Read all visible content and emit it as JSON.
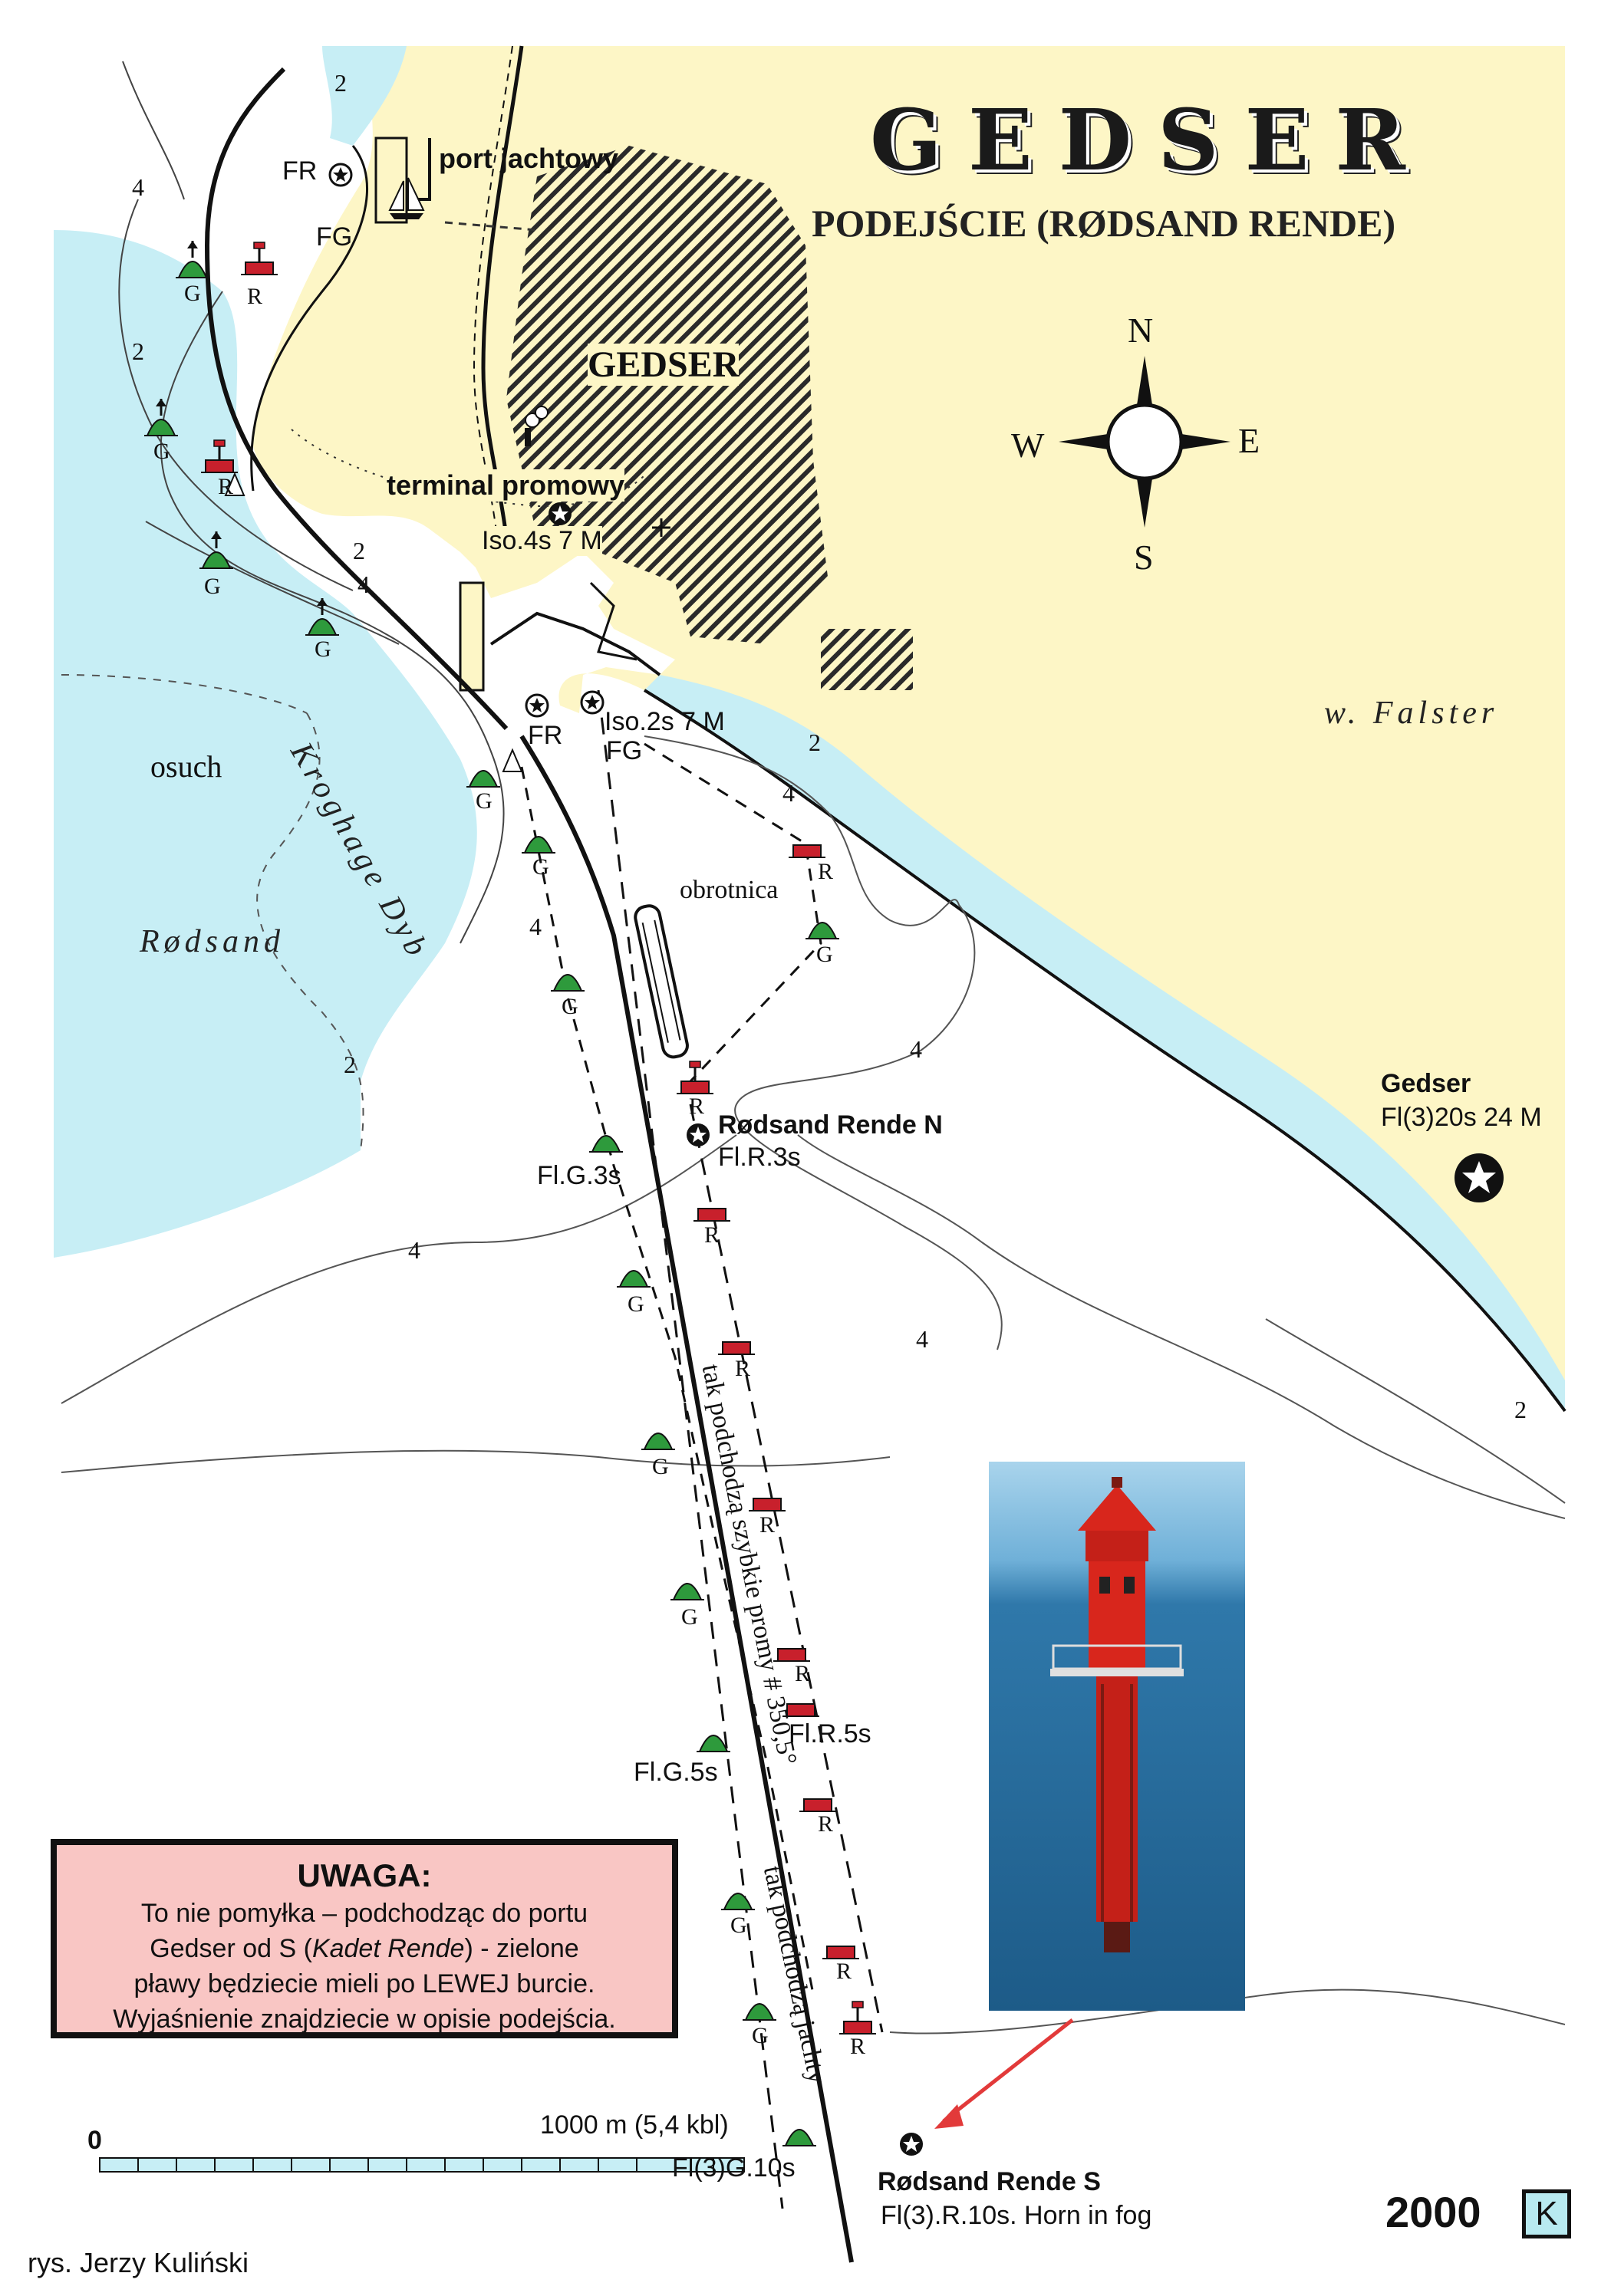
{
  "title": "GEDSER",
  "subtitle": "PODEJŚCIE (RØDSAND RENDE)",
  "compass": {
    "n": "N",
    "s": "S",
    "e": "E",
    "w": "W"
  },
  "places": {
    "harbour": "port jachtowy",
    "town": "GEDSER",
    "ferry_terminal": "terminal promowy",
    "island": "w. Falster",
    "shoal": "osuch",
    "sand": "Rødsand",
    "channel": "Kroghage Dyb",
    "turning_area": "obrotnica",
    "ferry_route": "tak podchodzą szybkie promy # 350,5°",
    "yacht_route": "tak podchodzą jachty"
  },
  "lights": {
    "fr_top": "FR",
    "fg_top": "FG",
    "terminal": "Iso.4s 7 M",
    "fr_pier": "FR",
    "iso2": "Iso.2s 7 M",
    "fg_pier": "FG",
    "rende_n_name": "Rødsand Rende N",
    "rende_n_char": "Fl.R.3s",
    "fl_g_3s": "Fl.G.3s",
    "fl_r_5s": "Fl.R.5s",
    "fl_g_5s": "Fl.G.5s",
    "fl3_g_10s": "Fl(3)G.10s",
    "gedser_name": "Gedser",
    "gedser_char": "Fl(3)20s 24 M",
    "rende_s_name": "Rødsand Rende S",
    "rende_s_char": "Fl(3).R.10s. Horn in fog"
  },
  "buoy_letters": {
    "green": "G",
    "red": "R"
  },
  "depths": {
    "two": "2",
    "four": "4"
  },
  "warning": {
    "title": "UWAGA:",
    "line1": "To nie pomyłka – podchodząc do portu",
    "line2_pre": "Gedser od S (",
    "line2_italic": "Kadet Rende",
    "line2_post": ") - zielone",
    "line3": "pławy będziecie mieli po LEWEJ burcie.",
    "line4": "Wyjaśnienie znajdziecie w opisie podejścia."
  },
  "scale": {
    "zero": "0",
    "label": "1000 m (5,4 kbl)"
  },
  "year": "2000",
  "badge": "K",
  "author": "rys. Jerzy Kuliński",
  "colors": {
    "land": "#fdf6c6",
    "shallow": "#c7eef5",
    "buoy_green": "#2e9a3c",
    "buoy_red": "#c8202c",
    "lighthouse_red": "#d8261c",
    "sea_photo": "#2a6fa0",
    "arrow": "#e23a3a",
    "warning_bg": "#f9c6c4"
  }
}
